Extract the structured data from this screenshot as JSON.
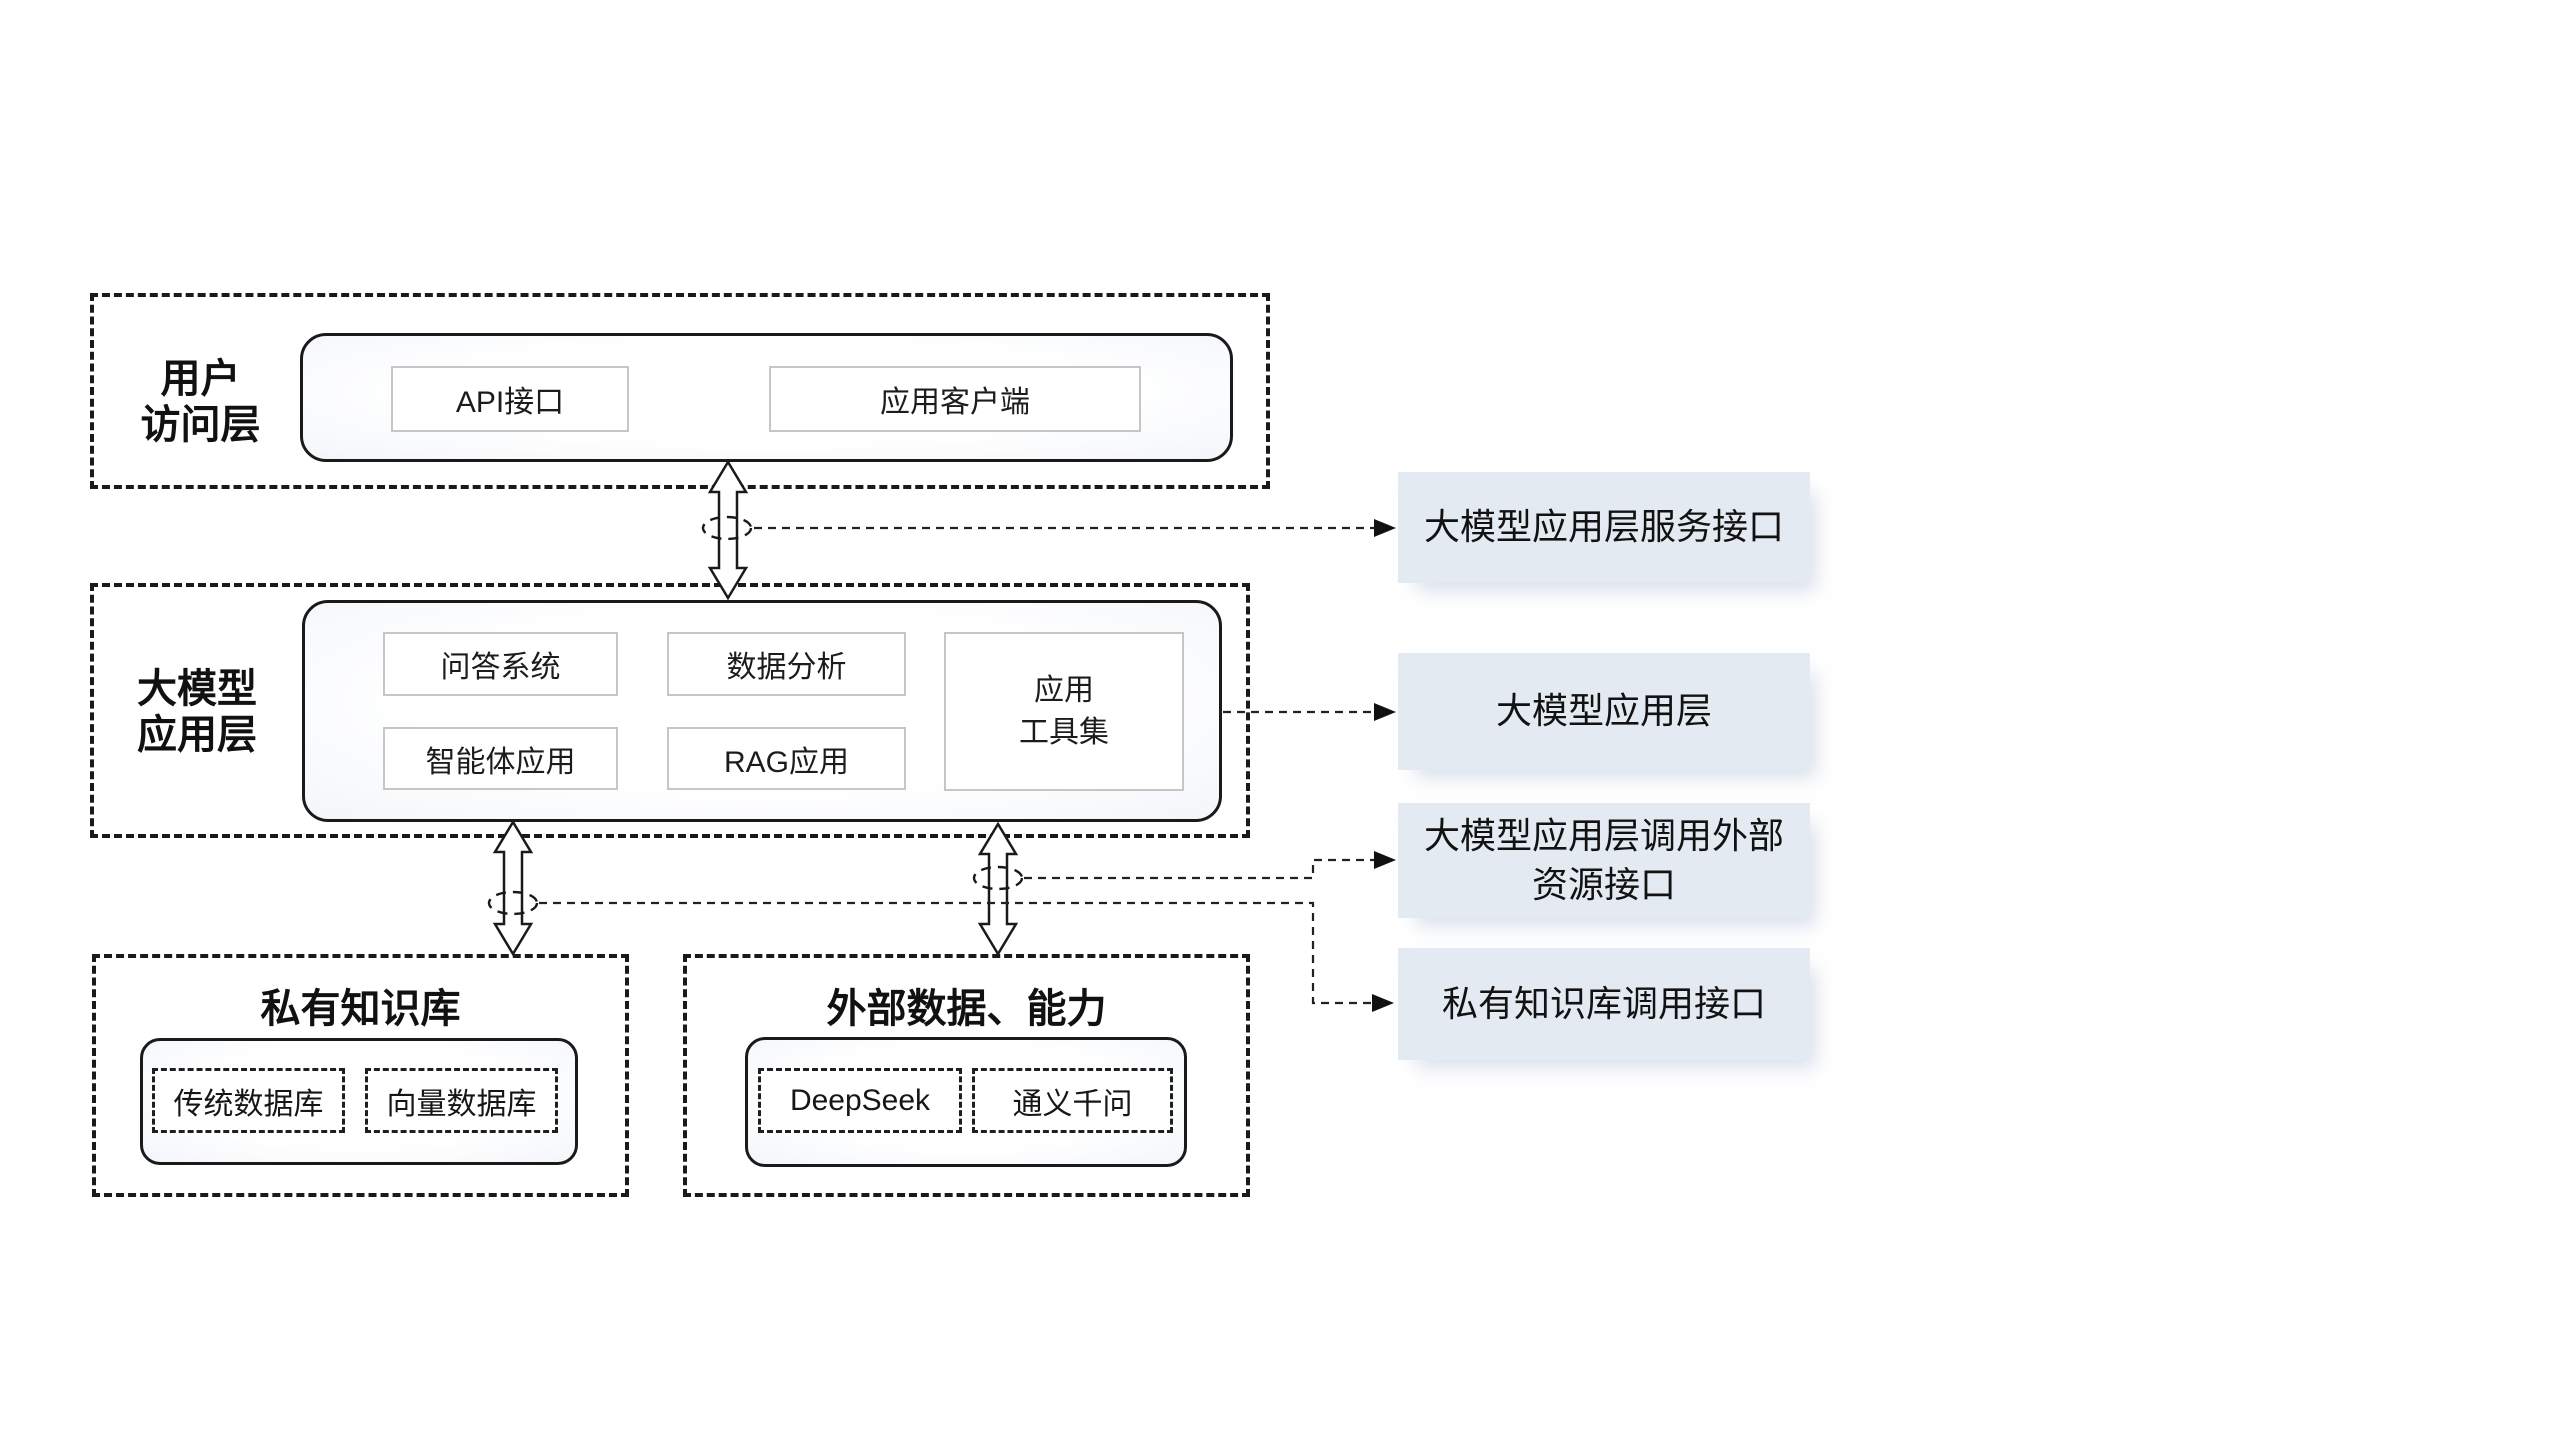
{
  "diagram": {
    "layers": {
      "user_access": {
        "label": "用户\n访问层",
        "items": {
          "api": "API接口",
          "client": "应用客户端"
        }
      },
      "llm_app": {
        "label": "大模型\n应用层",
        "items": {
          "qa": "问答系统",
          "data_analysis": "数据分析",
          "agent": "智能体应用",
          "rag": "RAG应用",
          "tools": "应用\n工具集"
        }
      }
    },
    "knowledge_base": {
      "title": "私有知识库",
      "items": {
        "traditional_db": "传统数据库",
        "vector_db": "向量数据库"
      }
    },
    "external": {
      "title": "外部数据、能力",
      "items": {
        "deepseek": "DeepSeek",
        "qwen": "通义千问"
      }
    },
    "interfaces": {
      "service_api": "大模型应用层服务接口",
      "app_layer": "大模型应用层",
      "external_resource_api": "大模型应用层调用外部\n资源接口",
      "kb_api": "私有知识库调用接口"
    },
    "colors": {
      "interface_fill": "#e3eaf2",
      "line": "#1a1a1a",
      "item_border": "#c6c6c6"
    }
  }
}
